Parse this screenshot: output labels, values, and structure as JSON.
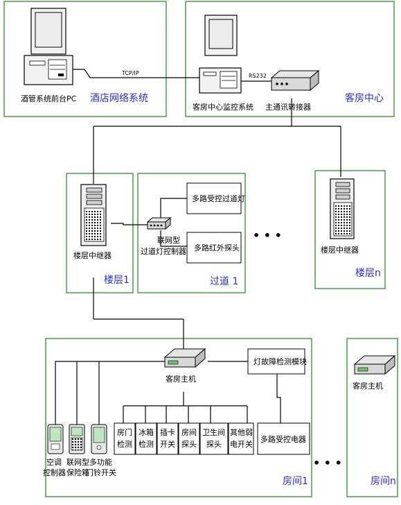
{
  "regions": {
    "hotel_network": "酒店网络系统",
    "room_center": "客房中心",
    "floor1": "楼层1",
    "corridor1": "过道 1",
    "floor_n": "楼层n",
    "room1": "房间1",
    "room_n": "房间n"
  },
  "devices": {
    "front_desk_pc": "酒管系统前台PC",
    "monitor_system": "客房中心监控系统",
    "comm_converter": "主通讯转接器",
    "floor1_relay": "楼层中继器",
    "floor_n_relay": "楼层中继器",
    "corridor_controller_line1": "联网型",
    "corridor_controller_line2": "过道灯控制器",
    "corridor_lights": "多路受控过道灯",
    "infrared_probe": "多路红外探头",
    "room_host": "客房主机",
    "room_host_n": "客房主机",
    "fault_module": "灯故障检测模块",
    "multi_controller": "多路受控电器",
    "ac_controller_line1": "空调",
    "ac_controller_line2": "控制器",
    "safe_line1": "联网型",
    "safe_line2": "保险箱",
    "doorbell_line1": "多功能",
    "doorbell_line2": "门铃开关"
  },
  "links": {
    "tcpip": "TCP/IP",
    "rs232": "RS232"
  },
  "sensors": [
    {
      "line1": "房门",
      "line2": "检测"
    },
    {
      "line1": "冰箱",
      "line2": "检测"
    },
    {
      "line1": "插卡",
      "line2": "开关"
    },
    {
      "line1": "房间",
      "line2": "探头"
    },
    {
      "line1": "卫生间",
      "line2": "探头"
    },
    {
      "line1": "其他弱",
      "line2": "电开关"
    }
  ],
  "ellipsis": "• • •",
  "colors": {
    "box_border": "#4c9a4c",
    "region_label": "#2b2bd6",
    "line": "#000000"
  }
}
